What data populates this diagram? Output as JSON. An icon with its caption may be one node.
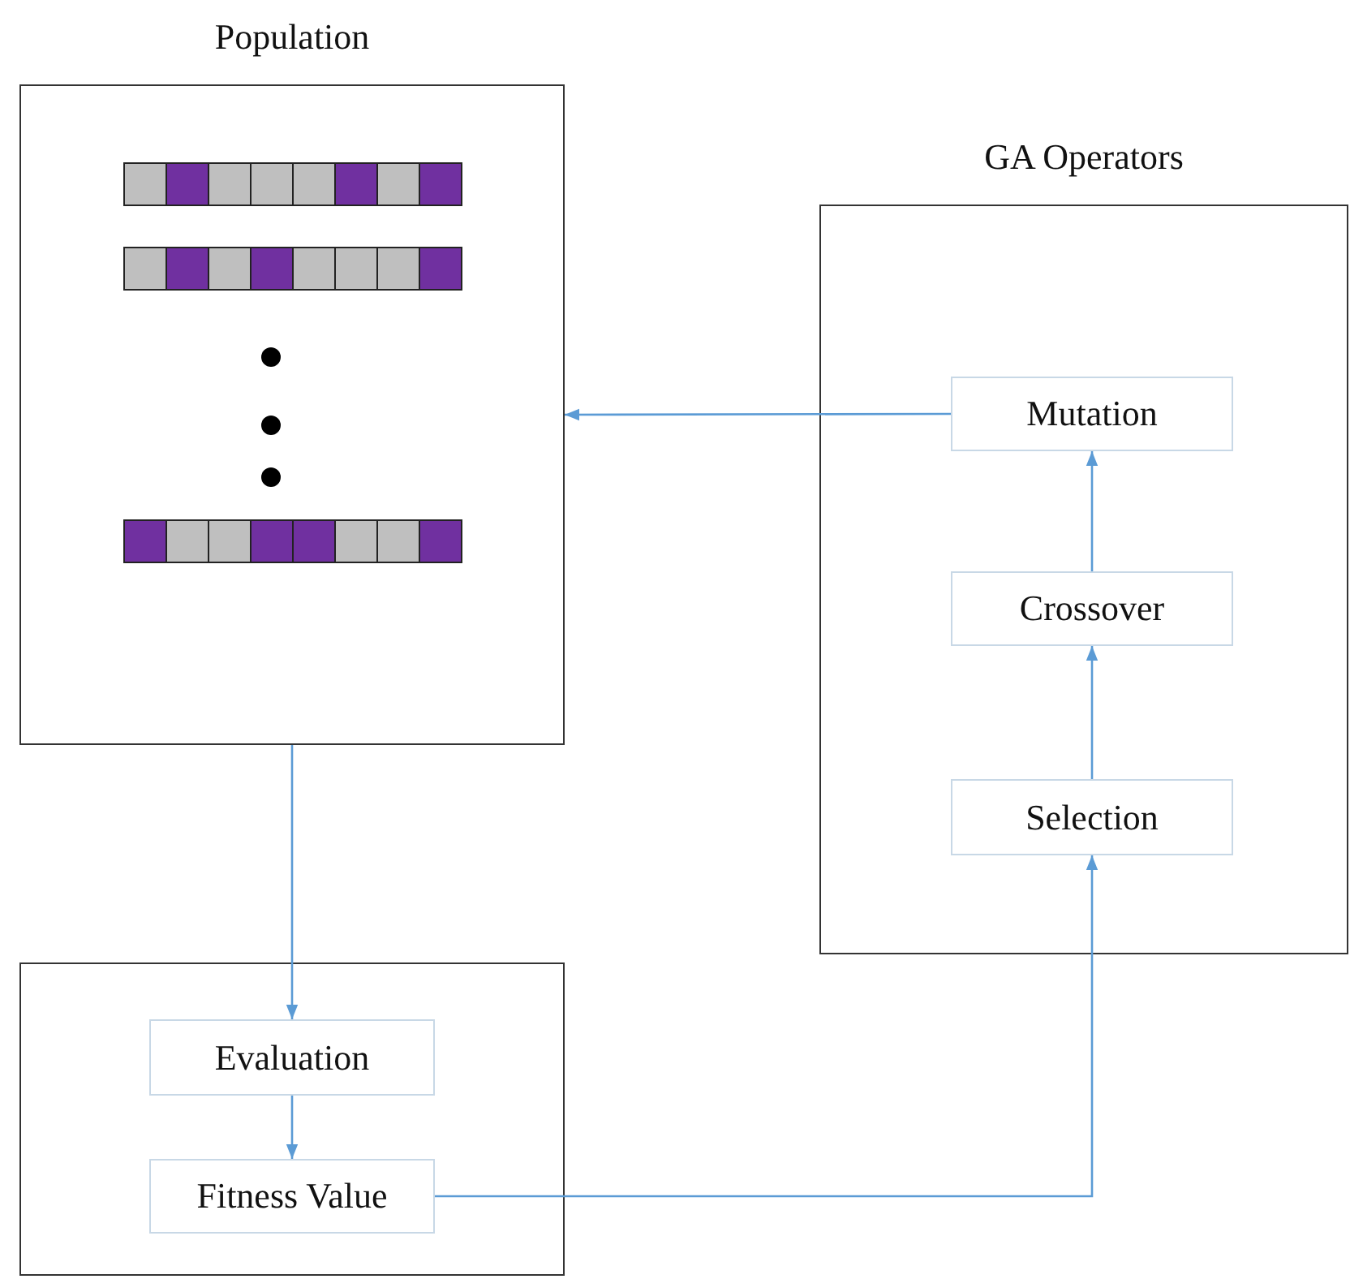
{
  "diagram": {
    "nodes": [
      {
        "text": [
          "Population"
        ]
      },
      {
        "text": [
          "GA Operators"
        ]
      },
      {
        "text": [
          "Mutation"
        ],
        "in": 1
      },
      {
        "text": [
          "Crossover"
        ],
        "in": 1
      },
      {
        "text": [
          "Selection"
        ],
        "in": 1
      },
      {
        "text": [],
        "shape": "box"
      },
      {
        "text": [
          "Evaluation"
        ],
        "in": 5
      },
      {
        "text": [
          "Fitness Value"
        ],
        "in": 5
      }
    ],
    "edges": [
      {
        "from": 2,
        "to": 0,
        "arrow": "to"
      },
      {
        "from": 3,
        "to": 2,
        "arrow": "to"
      },
      {
        "from": 4,
        "to": 3,
        "arrow": "to"
      },
      {
        "from": 0,
        "to": 6,
        "arrow": "to"
      },
      {
        "from": 6,
        "to": 7,
        "arrow": "to"
      },
      {
        "from": 7,
        "to": 4,
        "arrow": "to"
      }
    ]
  }
}
